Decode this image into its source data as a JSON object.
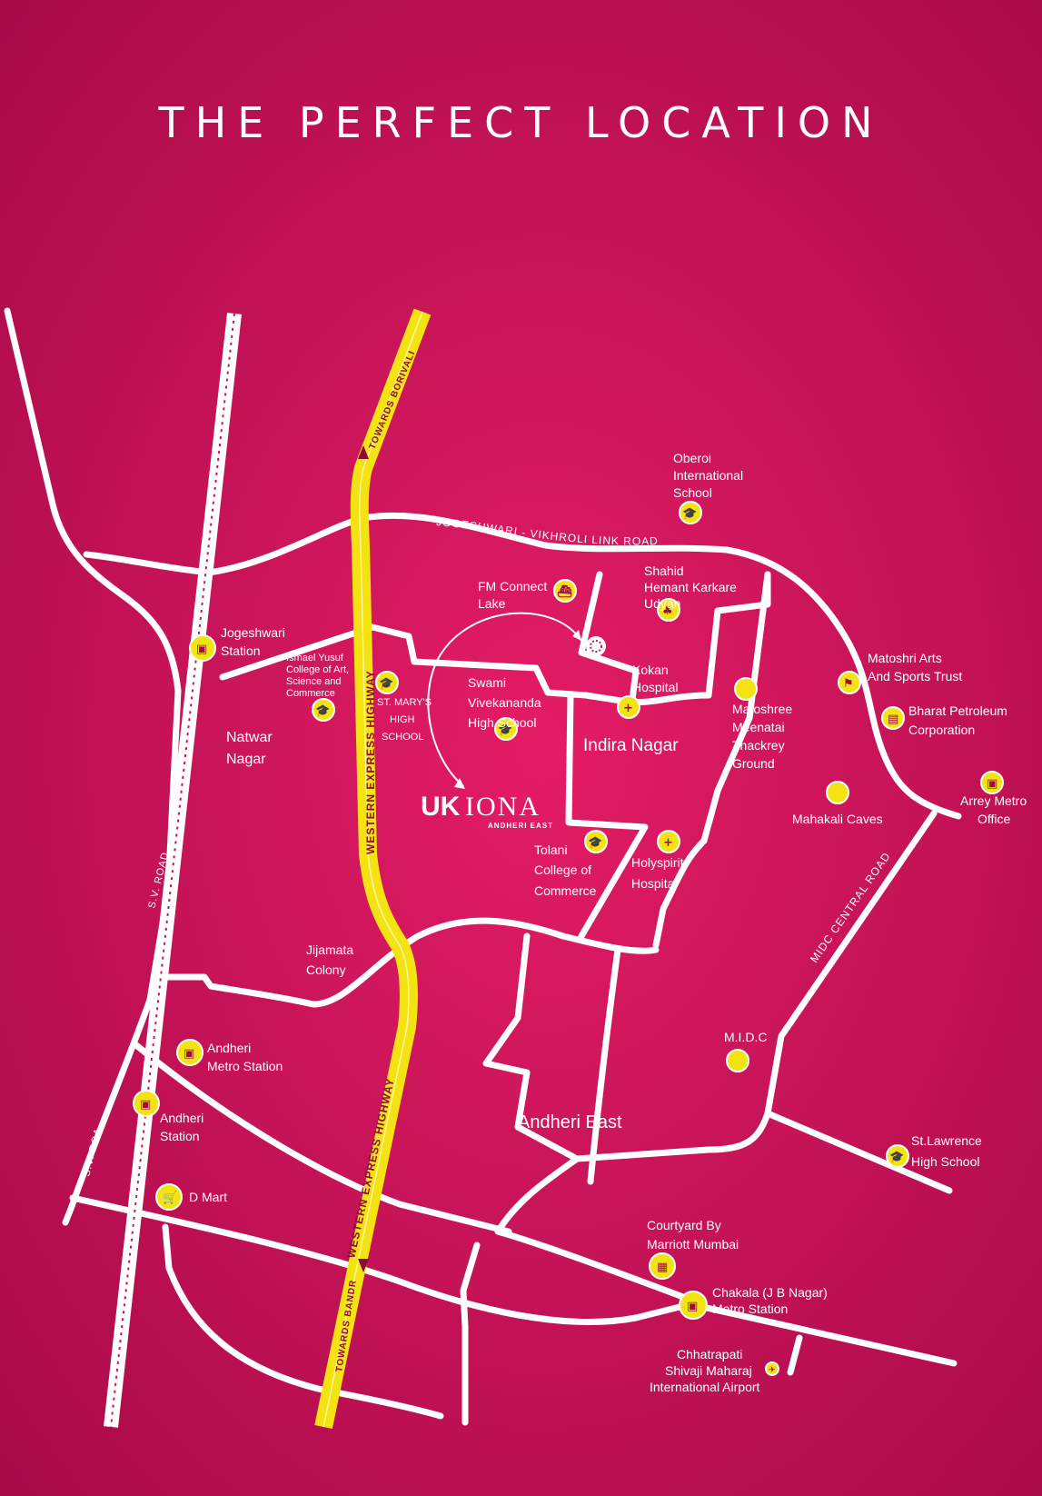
{
  "title": "THE PERFECT LOCATION",
  "colors": {
    "background": "#c81458",
    "road": "#ffffff",
    "highway": "#f3e313",
    "icon": "#f3e313"
  },
  "logo": {
    "mark": "UK",
    "name": "IONA",
    "subtitle": "ANDHERI EAST"
  },
  "roads": {
    "sv_road_1": "S.V. ROAD",
    "sv_road_2": "S.V. ROAD",
    "jvlr": "JOGESHWARI - VIKHROLI LINK ROAD",
    "weh_1": "WESTERN EXPRESS HIGHWAY",
    "weh_2": "WESTERN EXPRESS HIGHWAY",
    "towards_borivali": "TOWARDS BORIVALI",
    "towards_bandra": "TOWARDS BANDRA",
    "midc_central": "MIDC CENTRAL ROAD"
  },
  "areas": {
    "natwar": [
      "Natwar",
      "Nagar"
    ],
    "indira": "Indira Nagar",
    "andheri_east": "Andheri East"
  },
  "places": {
    "oberoi": {
      "lines": [
        "Oberoi",
        "International",
        "School"
      ],
      "icon": "school-icon"
    },
    "fm_lake": {
      "lines": [
        "FM Connect",
        "Lake"
      ],
      "icon": "boat-icon"
    },
    "karkare": {
      "lines": [
        "Shahid",
        "Hemant Karkare",
        "Udyan"
      ],
      "icon": "park-icon"
    },
    "jogeshwari": {
      "lines": [
        "Jogeshwari",
        "Station"
      ],
      "icon": "train-icon"
    },
    "ismael": {
      "lines": [
        "Ismael Yusuf",
        "College of Art,",
        "Science and",
        "Commerce"
      ],
      "icon": "school-icon"
    },
    "st_marys": {
      "lines": [
        "ST. MARY'S",
        "HIGH",
        "SCHOOL"
      ],
      "icon": "school-icon"
    },
    "swami": {
      "lines": [
        "Swami",
        "Vivekananda",
        "High School"
      ],
      "icon": "school-icon"
    },
    "kokan": {
      "lines": [
        "Kokan",
        "Hospital"
      ],
      "icon": "hospital-icon"
    },
    "matoshree": {
      "lines": [
        "Matoshree",
        "Meenatai",
        "Thackrey",
        "Ground"
      ],
      "icon": "ground-icon"
    },
    "matoshri_arts": {
      "lines": [
        "Matoshri Arts",
        "And Sports Trust"
      ],
      "icon": "sports-icon"
    },
    "bharat": {
      "lines": [
        "Bharat Petroleum",
        "Corporation"
      ],
      "icon": "fuel-icon"
    },
    "arrey": {
      "lines": [
        "Arrey Metro",
        "Office"
      ],
      "icon": "metro-icon"
    },
    "mahakali": {
      "lines": [
        "Mahakali Caves"
      ],
      "icon": "caves-icon"
    },
    "tolani": {
      "lines": [
        "Tolani",
        "College of",
        "Commerce"
      ],
      "icon": "school-icon"
    },
    "holyspirit": {
      "lines": [
        "Holyspirit",
        "Hospital"
      ],
      "icon": "hospital-icon"
    },
    "jijamata": {
      "lines": [
        "Jijamata",
        "Colony"
      ]
    },
    "andheri_metro": {
      "lines": [
        "Andheri",
        "Metro Station"
      ],
      "icon": "metro-icon"
    },
    "andheri_station": {
      "lines": [
        "Andheri",
        "Station"
      ],
      "icon": "train-icon"
    },
    "midc": {
      "lines": [
        "M.I.D.C"
      ],
      "icon": "midc-icon"
    },
    "st_lawrence": {
      "lines": [
        "St.Lawrence",
        "High School"
      ],
      "icon": "school-icon"
    },
    "dmart": {
      "lines": [
        "D Mart"
      ],
      "icon": "cart-icon"
    },
    "courtyard": {
      "lines": [
        "Courtyard By",
        "Marriott Mumbai"
      ],
      "icon": "hotel-icon"
    },
    "chakala": {
      "lines": [
        "Chakala (J B Nagar)",
        "Metro Station"
      ],
      "icon": "metro-icon"
    },
    "airport": {
      "lines": [
        "Chhatrapati",
        "Shivaji Maharaj",
        "International Airport"
      ],
      "icon": "airport-icon"
    }
  }
}
